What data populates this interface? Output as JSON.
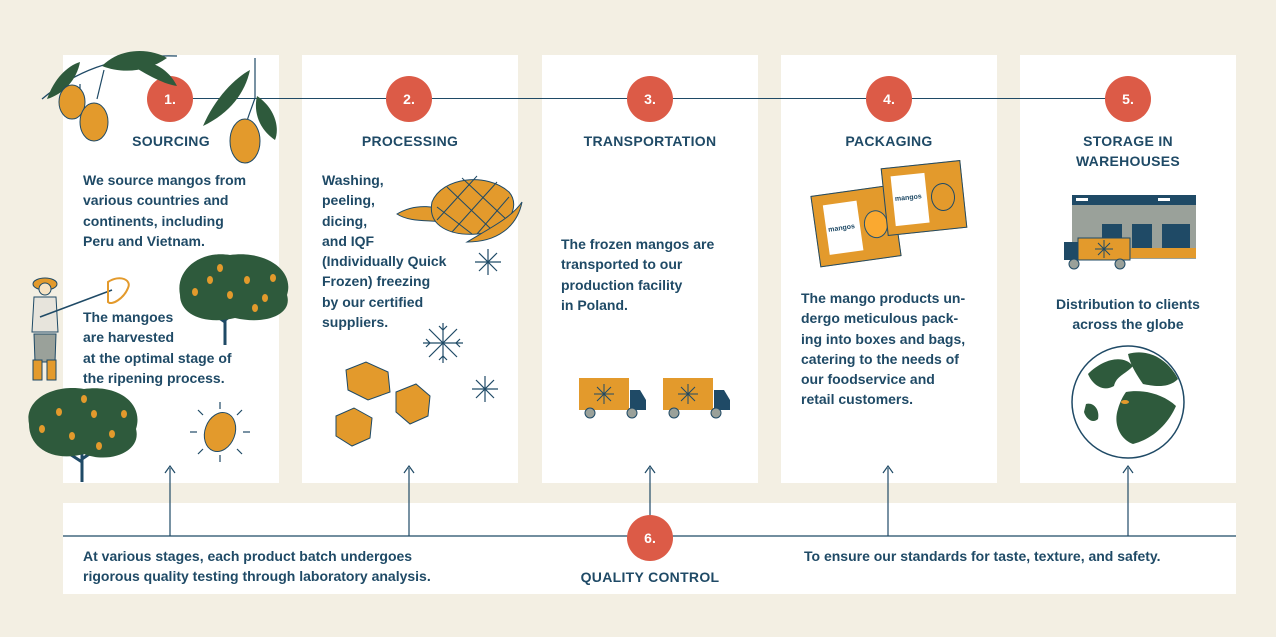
{
  "steps": [
    {
      "number": "1.",
      "title": "SOURCING",
      "text": "We source mangos from\nvarious countries and\ncontinents, including\nPeru and Vietnam.",
      "text2": "The mangoes\nare harvested\nat the optimal stage of\nthe ripening process."
    },
    {
      "number": "2.",
      "title": "PROCESSING",
      "text": "Washing,\npeeling,\ndicing,\nand IQF\n(Individually Quick\nFrozen) freezing\nby our certified\nsuppliers."
    },
    {
      "number": "3.",
      "title": "TRANSPORTATION",
      "text": "The frozen mangos are\ntransported to our\nproduction facility\nin Poland."
    },
    {
      "number": "4.",
      "title": "PACKAGING",
      "text": "The mango products un-\ndergo meticulous pack-\ning into boxes and bags,\ncatering to the needs of\nour foodservice and\nretail customers.",
      "bag_label": "mangos"
    },
    {
      "number": "5.",
      "title": "STORAGE IN\nWAREHOUSES",
      "text": "Distribution to clients\nacross the globe"
    }
  ],
  "quality": {
    "number": "6.",
    "title": "QUALITY CONTROL",
    "left_text": "At various stages, each product batch undergoes\nrigorous quality testing through laboratory analysis.",
    "right_text": "To ensure our standards for taste, texture, and safety."
  },
  "colors": {
    "background": "#f3efe3",
    "panel": "#ffffff",
    "accent": "#dc5b47",
    "text": "#1f4a66",
    "mango": "#e39a2c",
    "leaf": "#2e5a3c"
  },
  "icons": [
    "mango-branch-icon",
    "farmer-icon",
    "mango-tree-icon",
    "sun-mango-icon",
    "mango-slices-icon",
    "snowflake-icon",
    "mango-cubes-icon",
    "delivery-truck-icon",
    "mango-bag-icon",
    "warehouse-icon",
    "globe-icon"
  ]
}
